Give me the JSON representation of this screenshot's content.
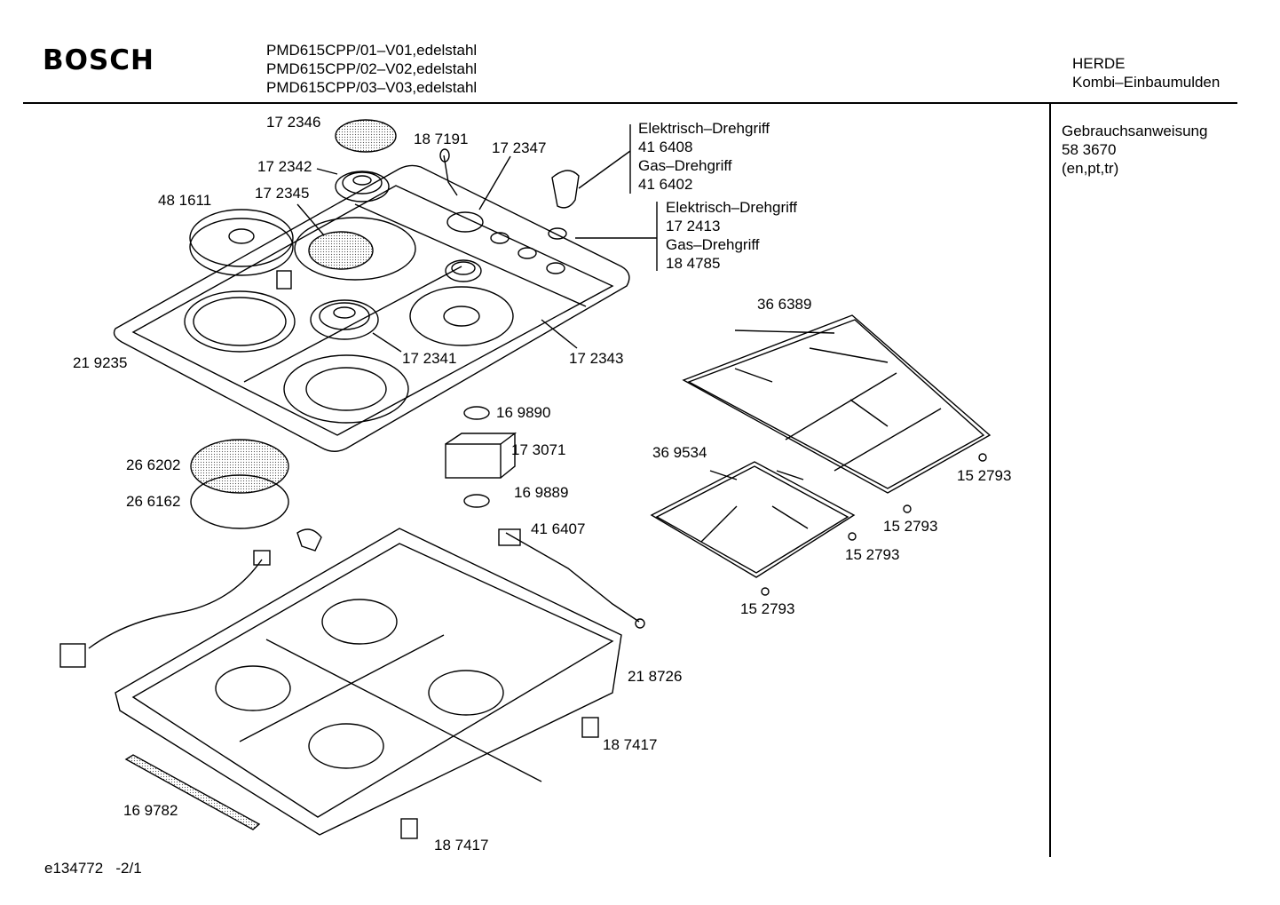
{
  "header": {
    "brand": "BOSCH",
    "models": [
      "PMD615CPP/01–V01,edelstahl",
      "PMD615CPP/02–V02,edelstahl",
      "PMD615CPP/03–V03,edelstahl"
    ],
    "category": [
      "HERDE",
      "Kombi–Einbaumulden"
    ]
  },
  "manual": [
    "Gebrauchsanweisung",
    "58 3670",
    "(en,pt,tr)"
  ],
  "knob_groups": {
    "upper": [
      "Elektrisch–Drehgriff",
      "41 6408",
      "Gas–Drehgriff",
      "41 6402"
    ],
    "lower": [
      "Elektrisch–Drehgriff",
      "17 2413",
      "Gas–Drehgriff",
      "18 4785"
    ]
  },
  "parts": {
    "p172346": "17 2346",
    "p187191": "18 7191",
    "p172347": "17 2347",
    "p172342": "17 2342",
    "p481611": "48 1611",
    "p172345": "17 2345",
    "p172341": "17 2341",
    "p172343": "17 2343",
    "p219235": "21 9235",
    "p366389": "36 6389",
    "p169890": "16 9890",
    "p173071": "17 3071",
    "p266202": "26 6202",
    "p266162": "26 6162",
    "p169889": "16 9889",
    "p369534": "36 9534",
    "p152793a": "15 2793",
    "p152793b": "15 2793",
    "p152793c": "15 2793",
    "p152793d": "15 2793",
    "p416407": "41 6407",
    "p218726": "21 8726",
    "p187417a": "18 7417",
    "p169782": "16 9782",
    "p187417b": "18 7417"
  },
  "footer": "e134772   -2/1"
}
